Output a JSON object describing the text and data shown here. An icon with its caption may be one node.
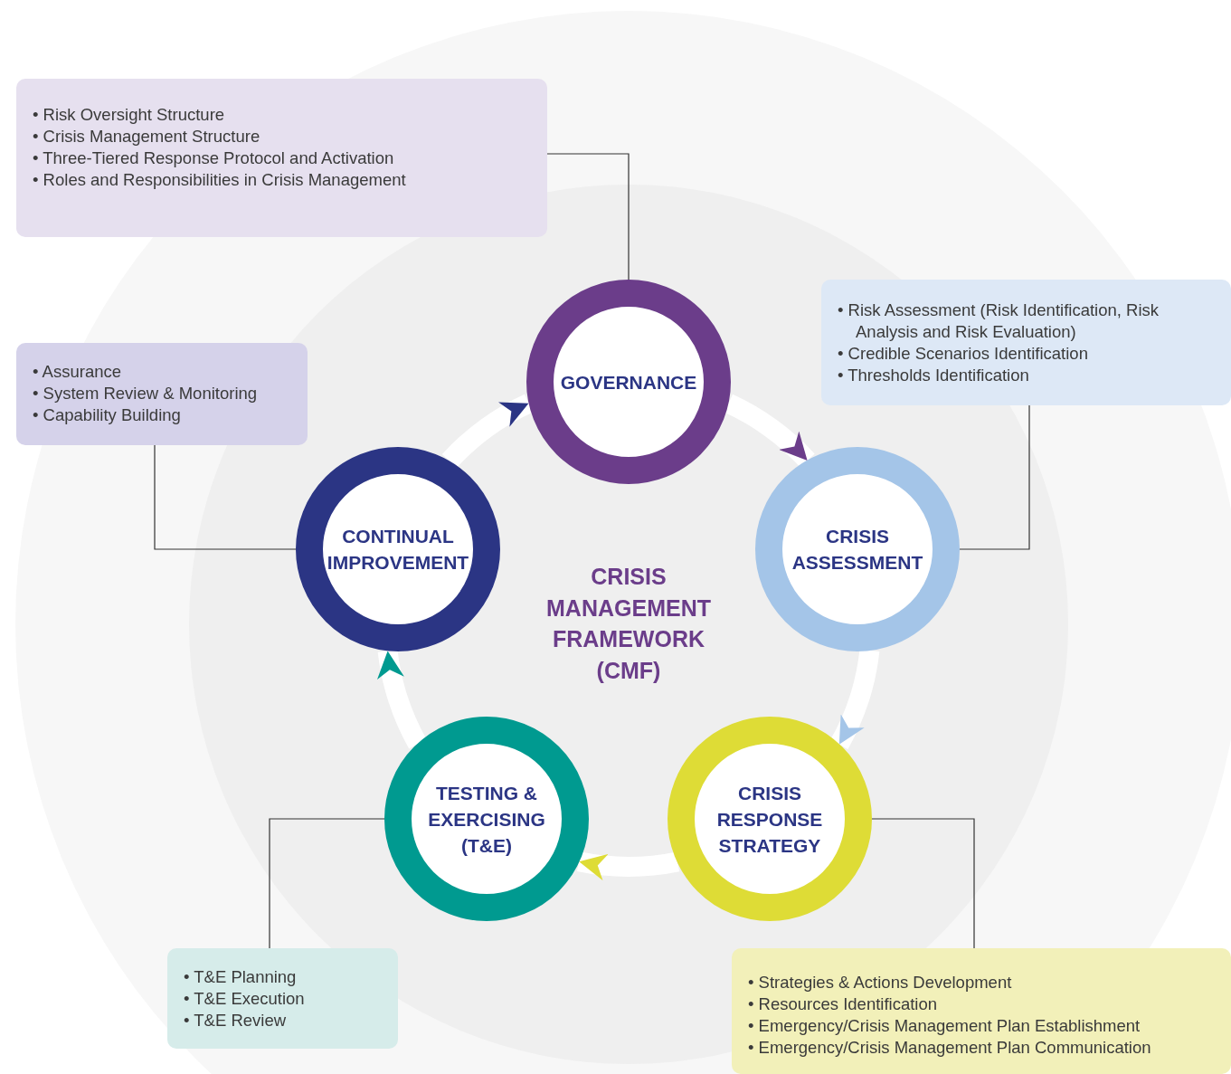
{
  "diagram": {
    "nodes": [
      {
        "text": [
          "• Risk Oversight Structure",
          "• Crisis Management Structure",
          "• Three-Tiered Response Protocol and Activation",
          "• Roles and Responsibilities in Crisis Management"
        ]
      },
      {
        "text": [
          "• Assurance",
          "• System Review & Monitoring",
          "• Capability Building"
        ]
      },
      {
        "text": [
          "• Risk Assessment (Risk Identification, Risk Analysis and Risk Evaluation)",
          "• Credible Scenarios Identification",
          "• Thresholds Identification"
        ]
      },
      {
        "text": [
          "GOVERNANCE"
        ]
      },
      {
        "text": [
          "CONTINUAL IMPROVEMENT"
        ]
      },
      {
        "text": [
          "CRISIS ASSESSMENT"
        ]
      },
      {
        "text": [
          "TESTING & EXERCISING (T&E)"
        ]
      },
      {
        "text": [
          "CRISIS RESPONSE STRATEGY"
        ]
      },
      {
        "text": [
          "• T&E Planning",
          "• T&E Execution",
          "• T&E Review"
        ]
      },
      {
        "text": [
          "• Strategies & Actions Development",
          "• Resources Identification",
          "• Emergency/Crisis Management Plan Establishment",
          "• Emergency/Crisis Management Plan Communication"
        ]
      }
    ],
    "edges": [
      {
        "from": 0,
        "to": 3,
        "arrow": "none"
      },
      {
        "from": 1,
        "to": 4,
        "arrow": "none"
      },
      {
        "from": 2,
        "to": 5,
        "arrow": "none"
      },
      {
        "from": 8,
        "to": 6,
        "arrow": "none"
      },
      {
        "from": 9,
        "to": 7,
        "arrow": "none"
      },
      {
        "from": 3,
        "to": 5,
        "arrow": "to",
        "style": "thick",
        "color": "#ffffff"
      },
      {
        "from": 5,
        "to": 7,
        "arrow": "to",
        "style": "thick",
        "color": "#ffffff"
      },
      {
        "from": 7,
        "to": 6,
        "arrow": "to",
        "style": "thick",
        "color": "#ffffff"
      },
      {
        "from": 6,
        "to": 4,
        "arrow": "to",
        "style": "thick",
        "color": "#ffffff"
      },
      {
        "from": 4,
        "to": 3,
        "arrow": "to",
        "style": "thick",
        "color": "#ffffff"
      }
    ],
    "labels": [
      "CRISIS MANAGEMENT FRAMEWORK (CMF)"
    ]
  }
}
